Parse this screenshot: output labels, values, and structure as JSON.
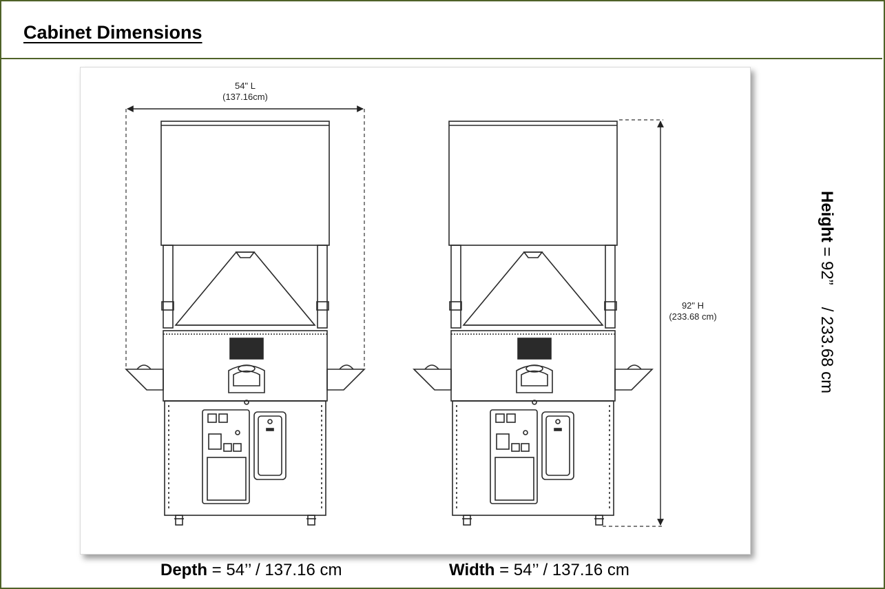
{
  "header": {
    "title": "Cabinet Dimensions"
  },
  "diagram": {
    "length_label": "54\" L",
    "length_metric": "(137.16cm)",
    "height_label": "92\" H",
    "height_metric": "(233.68 cm)"
  },
  "captions": {
    "depth": {
      "label": "Depth",
      "value": " = 54’’ / 137.16 cm"
    },
    "width": {
      "label": "Width",
      "value": " = 54’’ / 137.16 cm"
    },
    "height": {
      "label": "Height",
      "value_imperial": " = 92”",
      "value_metric": "/ 233.68 cm"
    }
  }
}
